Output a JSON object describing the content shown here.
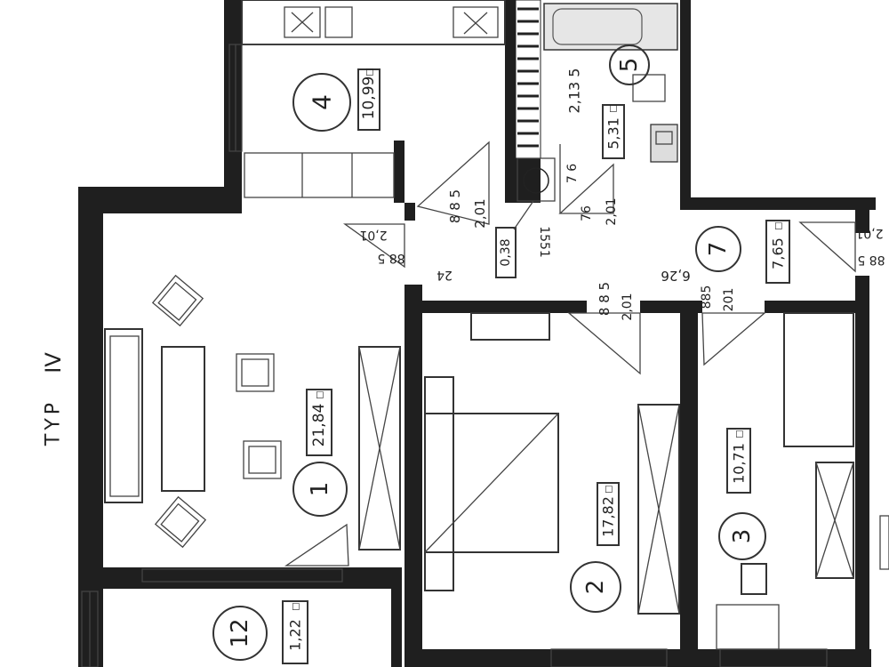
{
  "title": {
    "prefix": "TYP",
    "numeral": "IV"
  },
  "rooms": [
    {
      "number": "1",
      "area": "21,84"
    },
    {
      "number": "2",
      "area": "17,82"
    },
    {
      "number": "3",
      "area": "10,71"
    },
    {
      "number": "4",
      "area": "10,99"
    },
    {
      "number": "5",
      "area": "5,31"
    },
    {
      "number": "7",
      "area": "7,65"
    },
    {
      "number": "12",
      "area": "1,22"
    }
  ],
  "area_unit_mark": "□",
  "small_area": "0,38",
  "dimensions": {
    "d885": "8 8 5",
    "d201": "2,01",
    "d201b": "2.01",
    "d2135": "2,13 5",
    "d76": "7 6",
    "d76b": "76",
    "d2135b": "2,01",
    "d1551": "1551",
    "d24": "24",
    "d626": "6,26",
    "d88_5": "88 5",
    "d885c": "8 8 5",
    "d885d": "885",
    "d201c": "2,01",
    "d201d": "201",
    "d201e": "2,01",
    "d88_5b": "88 5",
    "d201f": "2,01"
  },
  "colors": {
    "walls": "#1f1f1f",
    "background": "#ffffff"
  }
}
